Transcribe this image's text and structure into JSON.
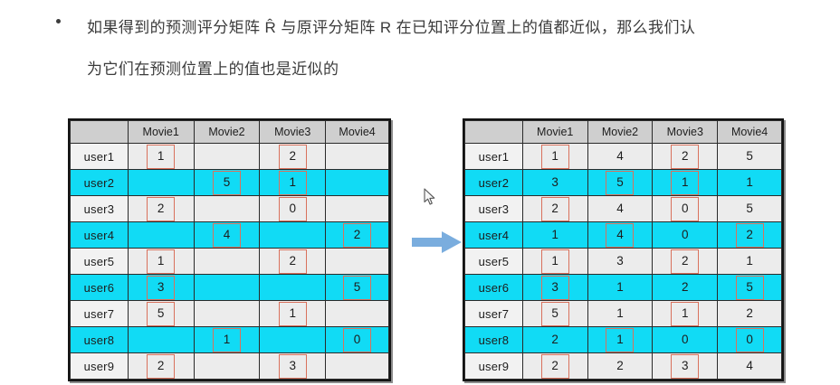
{
  "slide": {
    "bullet": {
      "marker": "•",
      "lines": [
        "如果得到的预测评分矩阵 R̂ 与原评分矩阵 R 在已知评分位置上的值都近似，那么我们认",
        "为它们在预测位置上的值也是近似的"
      ]
    },
    "arrow_icon": "right-arrow-icon",
    "cursor_icon": "mouse-pointer-icon",
    "colors": {
      "highlight_row": "#11dbf5",
      "cell_box_outline": "#d9715c",
      "header_fill": "#cfcfcf",
      "cell_fill": "#ececec",
      "arrow_fill": "#7aadde",
      "text": "#3b3b3b"
    }
  },
  "left_matrix": {
    "name": "original-rating-matrix",
    "corner_label": "",
    "columns": [
      "Movie1",
      "Movie2",
      "Movie3",
      "Movie4"
    ],
    "rows": [
      {
        "label": "user1",
        "highlight": false,
        "cells": [
          {
            "v": "1",
            "boxed": true
          },
          {
            "v": "",
            "boxed": false
          },
          {
            "v": "2",
            "boxed": true
          },
          {
            "v": "",
            "boxed": false
          }
        ]
      },
      {
        "label": "user2",
        "highlight": true,
        "cells": [
          {
            "v": "",
            "boxed": false
          },
          {
            "v": "5",
            "boxed": true
          },
          {
            "v": "1",
            "boxed": true
          },
          {
            "v": "",
            "boxed": false
          }
        ]
      },
      {
        "label": "user3",
        "highlight": false,
        "cells": [
          {
            "v": "2",
            "boxed": true
          },
          {
            "v": "",
            "boxed": false
          },
          {
            "v": "0",
            "boxed": true
          },
          {
            "v": "",
            "boxed": false
          }
        ]
      },
      {
        "label": "user4",
        "highlight": true,
        "cells": [
          {
            "v": "",
            "boxed": false
          },
          {
            "v": "4",
            "boxed": true
          },
          {
            "v": "",
            "boxed": false
          },
          {
            "v": "2",
            "boxed": true
          }
        ]
      },
      {
        "label": "user5",
        "highlight": false,
        "cells": [
          {
            "v": "1",
            "boxed": true
          },
          {
            "v": "",
            "boxed": false
          },
          {
            "v": "2",
            "boxed": true
          },
          {
            "v": "",
            "boxed": false
          }
        ]
      },
      {
        "label": "user6",
        "highlight": true,
        "cells": [
          {
            "v": "3",
            "boxed": true
          },
          {
            "v": "",
            "boxed": false
          },
          {
            "v": "",
            "boxed": false
          },
          {
            "v": "5",
            "boxed": true
          }
        ]
      },
      {
        "label": "user7",
        "highlight": false,
        "cells": [
          {
            "v": "5",
            "boxed": true
          },
          {
            "v": "",
            "boxed": false
          },
          {
            "v": "1",
            "boxed": true
          },
          {
            "v": "",
            "boxed": false
          }
        ]
      },
      {
        "label": "user8",
        "highlight": true,
        "cells": [
          {
            "v": "",
            "boxed": false
          },
          {
            "v": "1",
            "boxed": true
          },
          {
            "v": "",
            "boxed": false
          },
          {
            "v": "0",
            "boxed": true
          }
        ]
      },
      {
        "label": "user9",
        "highlight": false,
        "cells": [
          {
            "v": "2",
            "boxed": true
          },
          {
            "v": "",
            "boxed": false
          },
          {
            "v": "3",
            "boxed": true
          },
          {
            "v": "",
            "boxed": false
          }
        ]
      }
    ]
  },
  "right_matrix": {
    "name": "predicted-rating-matrix",
    "corner_label": "",
    "columns": [
      "Movie1",
      "Movie2",
      "Movie3",
      "Movie4"
    ],
    "rows": [
      {
        "label": "user1",
        "highlight": false,
        "cells": [
          {
            "v": "1",
            "boxed": true
          },
          {
            "v": "4",
            "boxed": false
          },
          {
            "v": "2",
            "boxed": true
          },
          {
            "v": "5",
            "boxed": false
          }
        ]
      },
      {
        "label": "user2",
        "highlight": true,
        "cells": [
          {
            "v": "3",
            "boxed": false
          },
          {
            "v": "5",
            "boxed": true
          },
          {
            "v": "1",
            "boxed": true
          },
          {
            "v": "1",
            "boxed": false
          }
        ]
      },
      {
        "label": "user3",
        "highlight": false,
        "cells": [
          {
            "v": "2",
            "boxed": true
          },
          {
            "v": "4",
            "boxed": false
          },
          {
            "v": "0",
            "boxed": true
          },
          {
            "v": "5",
            "boxed": false
          }
        ]
      },
      {
        "label": "user4",
        "highlight": true,
        "cells": [
          {
            "v": "1",
            "boxed": false
          },
          {
            "v": "4",
            "boxed": true
          },
          {
            "v": "0",
            "boxed": false
          },
          {
            "v": "2",
            "boxed": true
          }
        ]
      },
      {
        "label": "user5",
        "highlight": false,
        "cells": [
          {
            "v": "1",
            "boxed": true
          },
          {
            "v": "3",
            "boxed": false
          },
          {
            "v": "2",
            "boxed": true
          },
          {
            "v": "1",
            "boxed": false
          }
        ]
      },
      {
        "label": "user6",
        "highlight": true,
        "cells": [
          {
            "v": "3",
            "boxed": true
          },
          {
            "v": "1",
            "boxed": false
          },
          {
            "v": "2",
            "boxed": false
          },
          {
            "v": "5",
            "boxed": true
          }
        ]
      },
      {
        "label": "user7",
        "highlight": false,
        "cells": [
          {
            "v": "5",
            "boxed": true
          },
          {
            "v": "1",
            "boxed": false
          },
          {
            "v": "1",
            "boxed": true
          },
          {
            "v": "2",
            "boxed": false
          }
        ]
      },
      {
        "label": "user8",
        "highlight": true,
        "cells": [
          {
            "v": "2",
            "boxed": false
          },
          {
            "v": "1",
            "boxed": true
          },
          {
            "v": "0",
            "boxed": false
          },
          {
            "v": "0",
            "boxed": true
          }
        ]
      },
      {
        "label": "user9",
        "highlight": false,
        "cells": [
          {
            "v": "2",
            "boxed": true
          },
          {
            "v": "2",
            "boxed": false
          },
          {
            "v": "3",
            "boxed": true
          },
          {
            "v": "4",
            "boxed": false
          }
        ]
      }
    ]
  }
}
